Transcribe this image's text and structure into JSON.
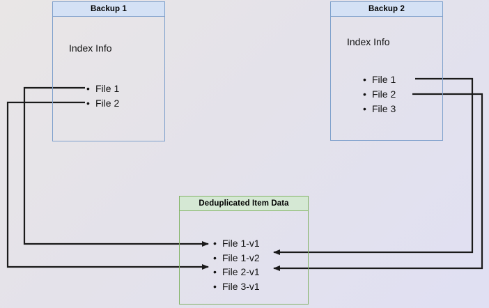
{
  "diagram": {
    "title_hidden": "",
    "background": {
      "color_start": "#e9e6e6",
      "color_end": "#e0e0f3"
    },
    "colors": {
      "blue_border": "#7ea0cc",
      "blue_fill": "#d4e1f5",
      "green_border": "#82b366",
      "green_fill": "#d5e8d4",
      "wire": "#1a1a1a"
    },
    "nodes": {
      "backup1": {
        "header": "Backup 1",
        "section_label": "Index Info",
        "items": [
          "File 1",
          "File 2"
        ]
      },
      "backup2": {
        "header": "Backup 2",
        "section_label": "Index Info",
        "items": [
          "File 1",
          "File 2",
          "File 3"
        ]
      },
      "dedup": {
        "header": "Deduplicated Item Data",
        "items": [
          "File 1-v1",
          "File 1-v2",
          "File 2-v1",
          "File 3-v1"
        ]
      }
    },
    "connections": [
      {
        "from": "backup1.File 1",
        "to": "dedup.File 1-v1",
        "direction": "left-route"
      },
      {
        "from": "backup1.File 2",
        "to": "dedup.File 2-v1",
        "direction": "left-route"
      },
      {
        "from": "backup2.File 1",
        "to": "dedup.File 1-v2",
        "direction": "right-route"
      },
      {
        "from": "backup2.File 2",
        "to": "dedup.File 2-v1",
        "direction": "right-route"
      }
    ]
  }
}
